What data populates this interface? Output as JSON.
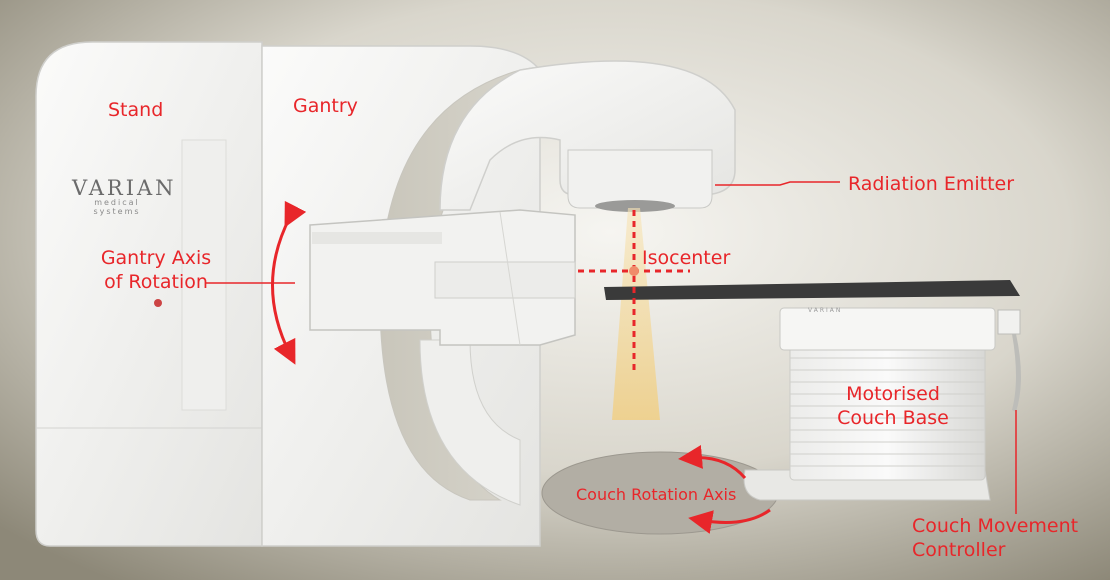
{
  "brand": {
    "name": "VARIAN",
    "tagline": "medical systems"
  },
  "couch_brand": "VARIAN",
  "labels": {
    "stand": "Stand",
    "gantry": "Gantry",
    "radiation_emitter": "Radiation Emitter",
    "isocenter": "Isocenter",
    "gantry_axis_line1": "Gantry Axis",
    "gantry_axis_line2": "of Rotation",
    "motorised_couch_line1": "Motorised",
    "motorised_couch_line2": "Couch Base",
    "couch_rotation_axis": "Couch Rotation Axis",
    "couch_controller_line1": "Couch Movement",
    "couch_controller_line2": "Controller"
  },
  "colors": {
    "annotation": "#e8262a",
    "beam": "#f5d9a0",
    "background_light": "#ecebe6",
    "background_dark": "#8d8878",
    "machine_white": "#f4f4f2"
  }
}
